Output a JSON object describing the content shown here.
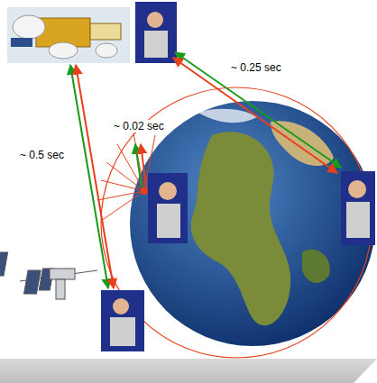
{
  "diagram": {
    "labels": [
      "~ 0.25 sec",
      "~ 0.02 sec",
      "~ 0.5 sec"
    ]
  }
}
